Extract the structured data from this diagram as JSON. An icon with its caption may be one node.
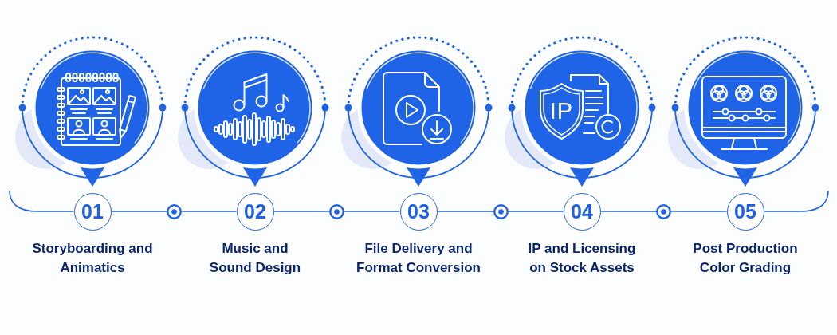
{
  "diagram": {
    "nodes": [
      {
        "text": [
          "01"
        ],
        "beside": [
          "Storyboarding and Animatics"
        ]
      },
      {
        "text": [
          "02"
        ],
        "beside": [
          "Music and Sound Design"
        ]
      },
      {
        "text": [
          "03"
        ],
        "beside": [
          "File Delivery and Format Conversion"
        ]
      },
      {
        "text": [
          "04"
        ],
        "beside": [
          "IP and Licensing on Stock Assets"
        ]
      },
      {
        "text": [
          "05"
        ],
        "beside": [
          "Post Production Color Grading"
        ]
      }
    ],
    "edges": [
      {
        "from": null,
        "to": 0,
        "arrow": "none"
      },
      {
        "from": 0,
        "to": 1,
        "arrow": "none"
      },
      {
        "from": 1,
        "to": 2,
        "arrow": "none"
      },
      {
        "from": 2,
        "to": 3,
        "arrow": "none"
      },
      {
        "from": 3,
        "to": 4,
        "arrow": "none"
      },
      {
        "from": 4,
        "to": null,
        "arrow": "none"
      }
    ],
    "labels": [
      "IP"
    ]
  }
}
